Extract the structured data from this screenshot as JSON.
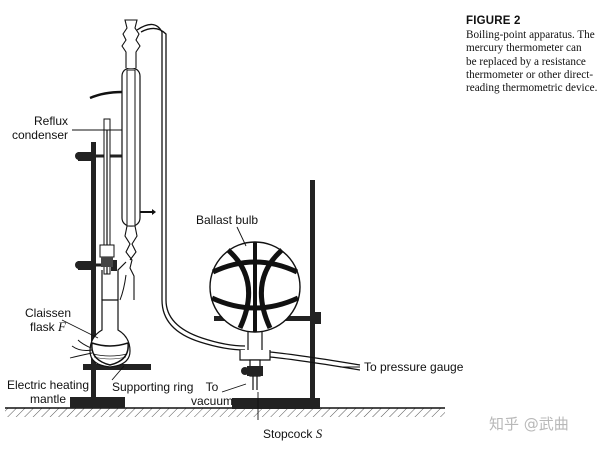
{
  "caption": {
    "title": "FIGURE 2",
    "body": "Boiling-point apparatus. The\nmercury thermometer can\nbe replaced by a resistance\nthermometer or other direct-\nreading thermometric device."
  },
  "labels": {
    "reflux_line1": "Reflux",
    "reflux_line2": "condenser",
    "ballast_bulb": "Ballast bulb",
    "claissen_line1": "Claissen",
    "claissen_line2": "flask",
    "claissen_letter": "F",
    "heating_line1": "Electric heating",
    "heating_line2": "mantle",
    "supporting_ring": "Supporting ring",
    "to_vacuum_line1": "To",
    "to_vacuum_line2": "vacuum",
    "pressure_gauge": "To pressure gauge",
    "stopcock": "Stopcock",
    "stopcock_letter": "S"
  },
  "watermark": "知乎 @武曲"
}
